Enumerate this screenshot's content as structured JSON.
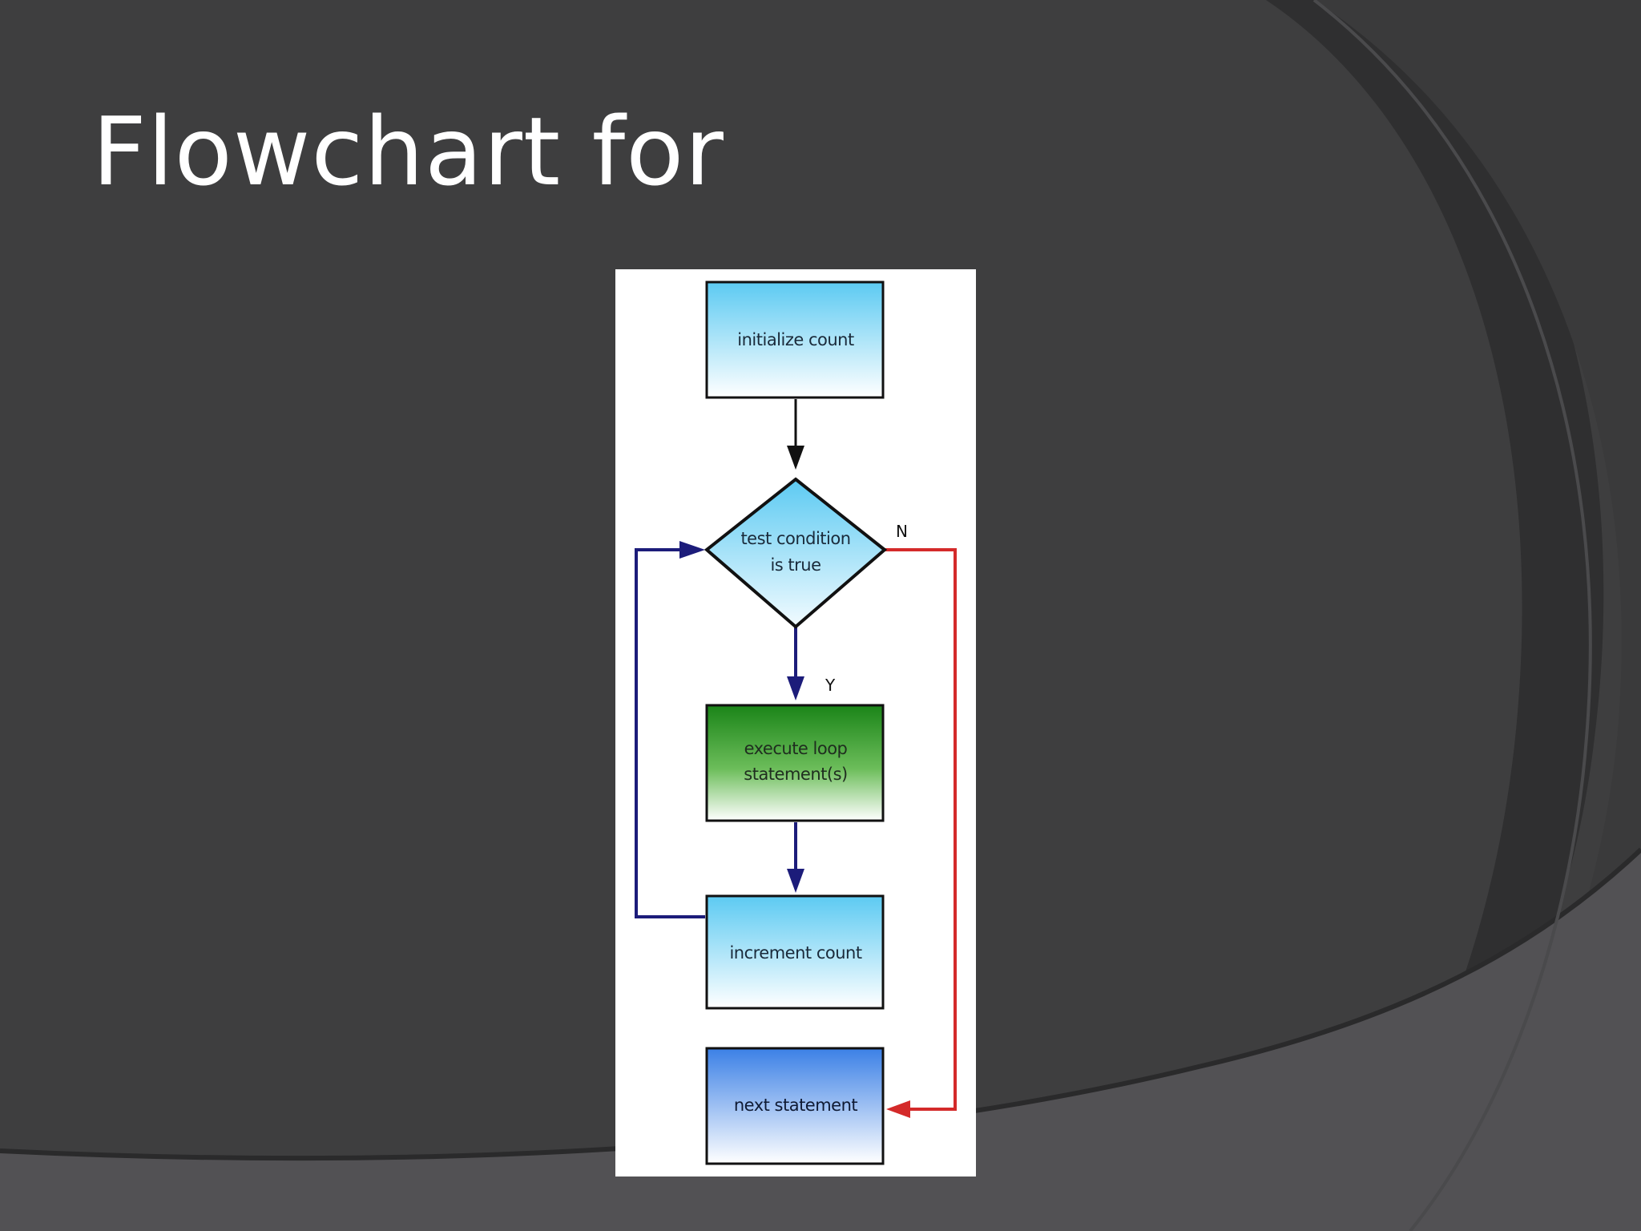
{
  "slide": {
    "title": "Flowchart for"
  },
  "flowchart": {
    "nodes": {
      "initialize": {
        "label": "initialize count"
      },
      "condition": {
        "line1": "test condition",
        "line2": "is true"
      },
      "execute": {
        "line1": "execute loop",
        "line2": "statement(s)"
      },
      "increment": {
        "label": "increment count"
      },
      "next": {
        "label": "next statement"
      }
    },
    "branch_labels": {
      "no": "N",
      "yes": "Y"
    }
  },
  "colors": {
    "slide_background": "#3e3e3f",
    "slide_arc_band": "#2f2f30",
    "slide_bottom_band": "#525154",
    "title_text": "#ffffff",
    "panel_background": "#ffffff",
    "node_fill_light_blue": "#6fd0f3",
    "node_fill_green": "#1e8a1e",
    "node_fill_blue": "#3f86e8",
    "loop_arrow": "#1c1c7a",
    "exit_arrow": "#d42a2a"
  }
}
